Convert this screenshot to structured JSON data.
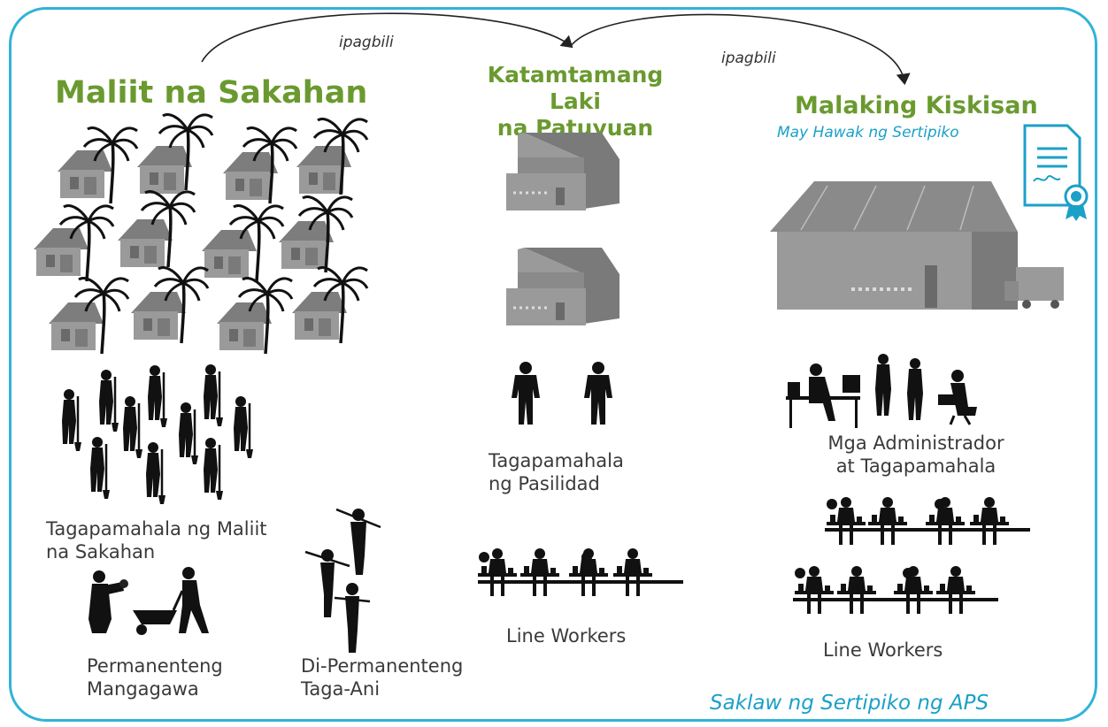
{
  "arrows": {
    "label_1": "ipagbili",
    "label_2": "ipagbili"
  },
  "small_farms": {
    "title": "Maliit na Sakahan",
    "group_managers": "Tagapamahala ng Maliit\nna Sakahan",
    "permanent_workers": "Permanenteng\nMangagawa",
    "non_permanent": "Di-Permanenteng\nTaga-Ani"
  },
  "medium_dryer": {
    "title": "Katamtamang Laki\nna Patuyuan",
    "facility_managers": "Tagapamahala\nng Pasilidad",
    "line_workers": "Line Workers"
  },
  "large_mill": {
    "title": "Malaking Kiskisan",
    "subtitle": "May Hawak ng Sertipiko",
    "admins": "Mga Administrador\nat Tagapamahala",
    "line_workers": "Line Workers"
  },
  "footer": "Saklaw ng Sertipiko ng  APS",
  "colors": {
    "frame": "#31b3d8",
    "title": "#6a9a2f",
    "accent": "#1ba0c8",
    "buildings": "#8c8c8c"
  },
  "icons": [
    "house-icon",
    "palm-tree-icon",
    "farmer-with-shovel-icon",
    "dryer-building-icon",
    "warehouse-icon",
    "truck-icon",
    "certificate-icon",
    "manager-icon",
    "worker-at-desk-icon",
    "office-people-icon",
    "wheelbarrow-worker-icon",
    "harvester-icon"
  ]
}
